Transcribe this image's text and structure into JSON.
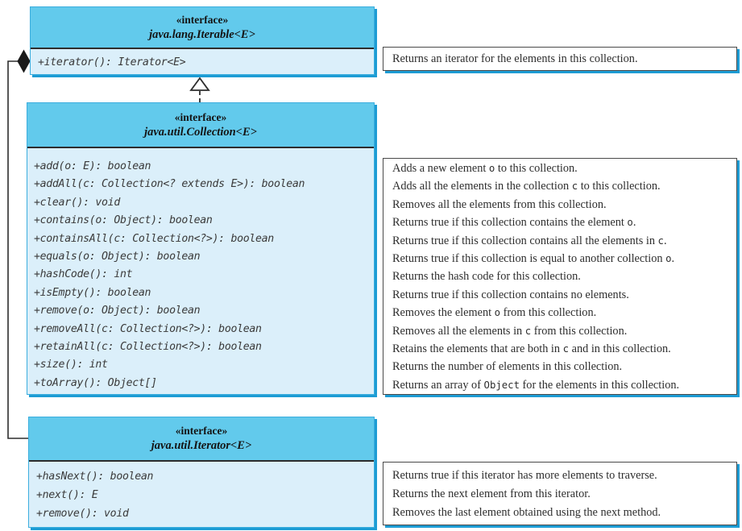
{
  "colors": {
    "header_fill": "#62CAEC",
    "body_fill": "#DBEFFA",
    "box_border": "#3BAEDE",
    "shadow": "#1D9CD4",
    "line": "#2D2D2D"
  },
  "boxes": [
    {
      "id": "iterable",
      "stereotype": "«interface»",
      "name": "java.lang.Iterable<E>",
      "methods": [
        "+iterator(): Iterator<E>"
      ]
    },
    {
      "id": "collection",
      "stereotype": "«interface»",
      "name": "java.util.Collection<E>",
      "methods": [
        "+add(o: E): boolean",
        "+addAll(c: Collection<? extends E>): boolean",
        "+clear(): void",
        "+contains(o: Object): boolean",
        "+containsAll(c: Collection<?>): boolean",
        "+equals(o: Object): boolean",
        "+hashCode(): int",
        "+isEmpty(): boolean",
        "+remove(o: Object): boolean",
        "+removeAll(c: Collection<?>): boolean",
        "+retainAll(c: Collection<?>): boolean",
        "+size(): int",
        "+toArray(): Object[]"
      ]
    },
    {
      "id": "iterator",
      "stereotype": "«interface»",
      "name": "java.util.Iterator<E>",
      "methods": [
        "+hasNext(): boolean",
        "+next(): E",
        "+remove(): void"
      ]
    }
  ],
  "notes": {
    "iterable": [
      [
        "Returns an iterator for the elements in this collection."
      ]
    ],
    "collection": [
      [
        "Adds a new element ",
        {
          "c": "o"
        },
        " to this collection."
      ],
      [
        "Adds all the elements in the collection ",
        {
          "c": "c"
        },
        " to this collection."
      ],
      [
        "Removes all the elements from this collection."
      ],
      [
        "Returns true if this collection contains the element ",
        {
          "c": "o"
        },
        "."
      ],
      [
        "Returns true if this collection contains all the elements in ",
        {
          "c": "c"
        },
        "."
      ],
      [
        "Returns true if this collection is equal to another collection ",
        {
          "c": "o"
        },
        "."
      ],
      [
        "Returns the hash code for this collection."
      ],
      [
        "Returns true if this collection contains no elements."
      ],
      [
        "Removes the element ",
        {
          "c": "o"
        },
        " from this collection."
      ],
      [
        "Removes all the elements in ",
        {
          "c": "c"
        },
        " from this collection."
      ],
      [
        "Retains the elements that are both in ",
        {
          "c": "c"
        },
        " and in this collection."
      ],
      [
        "Returns the number of elements in this collection."
      ],
      [
        "Returns an array of ",
        {
          "c": "Object"
        },
        " for the elements in this collection."
      ]
    ],
    "iterator": [
      [
        "Returns true if this iterator has more elements to traverse."
      ],
      [
        "Returns the next element from this iterator."
      ],
      [
        "Removes the last element obtained using the next method."
      ]
    ]
  }
}
